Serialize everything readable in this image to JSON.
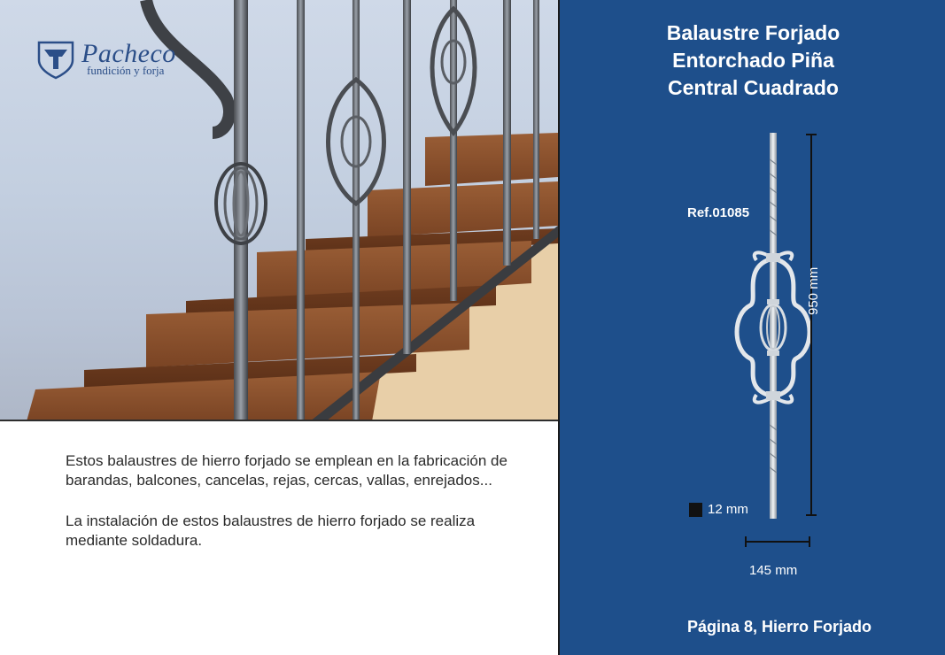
{
  "logo": {
    "name": "Pacheco",
    "tagline": "fundición y forja"
  },
  "description": {
    "paragraph_1": "Estos balaustres de hierro forjado se emplean en la fabricación de barandas, balcones, cancelas, rejas, cercas, vallas, enrejados...",
    "paragraph_2": "La instalación de estos balaustres de hierro forjado se realiza mediante soldadura."
  },
  "product": {
    "title_line_1": "Balaustre Forjado",
    "title_line_2": "Entorchado Piña",
    "title_line_3": "Central Cuadrado",
    "reference": "Ref.01085",
    "height": "950 mm",
    "section": "12 mm",
    "width": "145 mm"
  },
  "footer": {
    "page_label": "Página 8, Hierro Forjado"
  },
  "colors": {
    "panel_blue": "#1e4f8b",
    "logo_blue": "#2b4e88",
    "text_dark": "#2a2a2a"
  }
}
